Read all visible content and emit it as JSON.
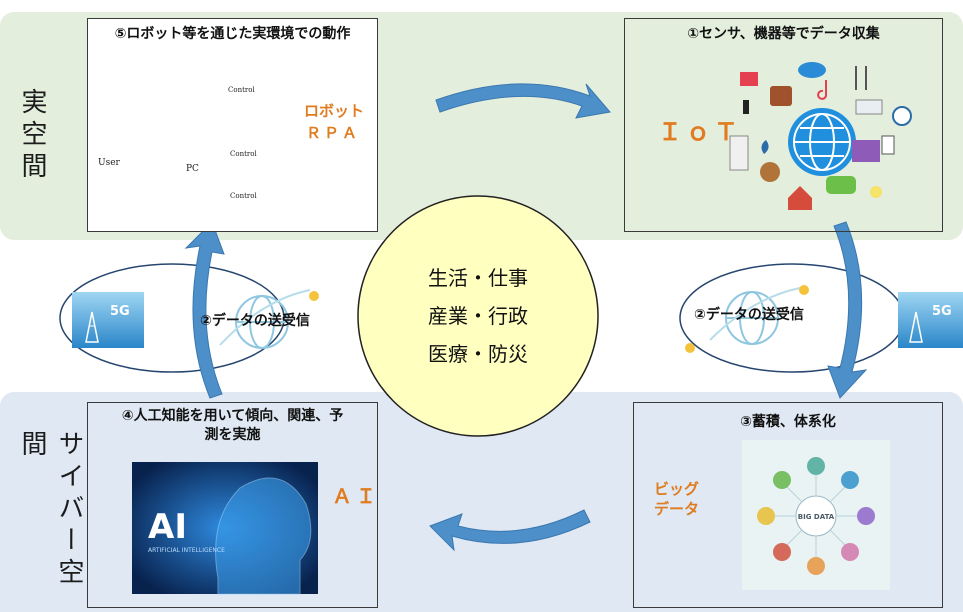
{
  "bands": {
    "real_label": "実空間",
    "cyber_label": "サイバー空間"
  },
  "steps": {
    "s1": "①センサ、機器等でデータ収集",
    "s2_left": "②データの送受信",
    "s2_right": "②データの送受信",
    "s3": "③蓄積、体系化",
    "s4_line1": "④人工知能を用いて傾向、関連、予",
    "s4_line2": "測を実施",
    "s5": "⑤ロボット等を通じた実環境での動作"
  },
  "labels": {
    "iot": "ＩｏＴ",
    "robot": "ロボット",
    "rpa": "ＲＰＡ",
    "ai": "ＡＩ",
    "bigdata_line1": "ビッグ",
    "bigdata_line2": "データ",
    "fiveg": "5G"
  },
  "robot_diagram": {
    "user": "User",
    "pc": "PC",
    "control": "Control"
  },
  "ai_image": {
    "text": "AI",
    "subtext": "ARTIFICIAL INTELLIGENCE"
  },
  "bigdata_image": {
    "center": "BIG DATA"
  },
  "center": {
    "line1": "生活・仕事",
    "line2": "産業・行政",
    "line3": "医療・防災"
  },
  "colors": {
    "real_band": "#e3eedd",
    "cyber_band": "#dfe8f3",
    "arrow": "#4d8fc9",
    "circle": "#ffffc0",
    "accent_orange": "#e07b1f"
  }
}
